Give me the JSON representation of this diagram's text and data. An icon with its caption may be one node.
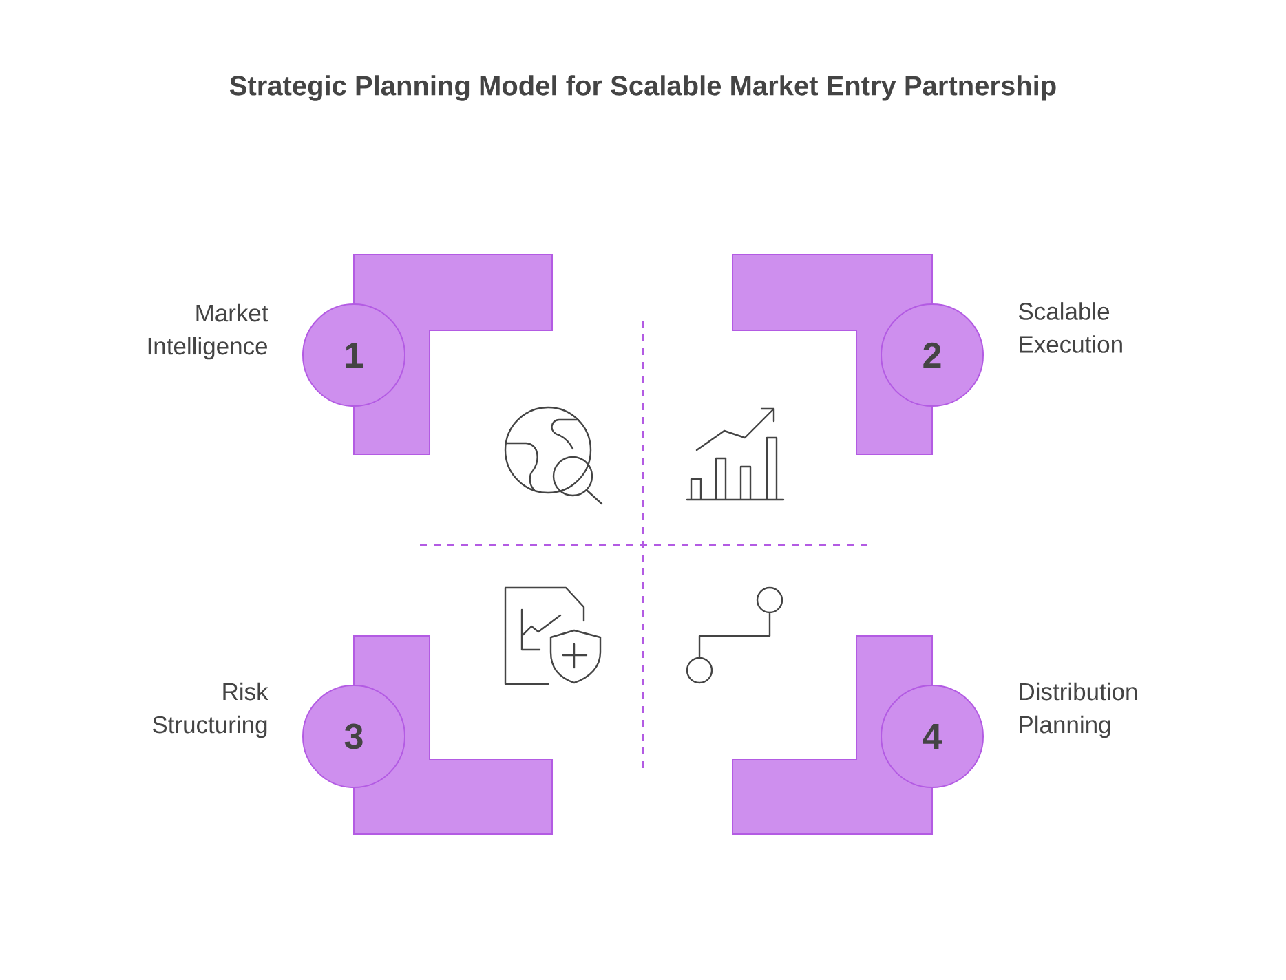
{
  "diagram": {
    "title": "Strategic Planning Model for Scalable Market Entry Partnership",
    "nodes": [
      {
        "text": [
          "1"
        ],
        "beside": [
          "Market Intelligence"
        ]
      },
      {
        "text": [
          "2"
        ],
        "beside": [
          "Scalable Execution"
        ]
      },
      {
        "text": [
          "3"
        ],
        "beside": [
          "Risk Structuring"
        ]
      },
      {
        "text": [
          "4"
        ],
        "beside": [
          "Distribution Planning"
        ]
      }
    ]
  }
}
